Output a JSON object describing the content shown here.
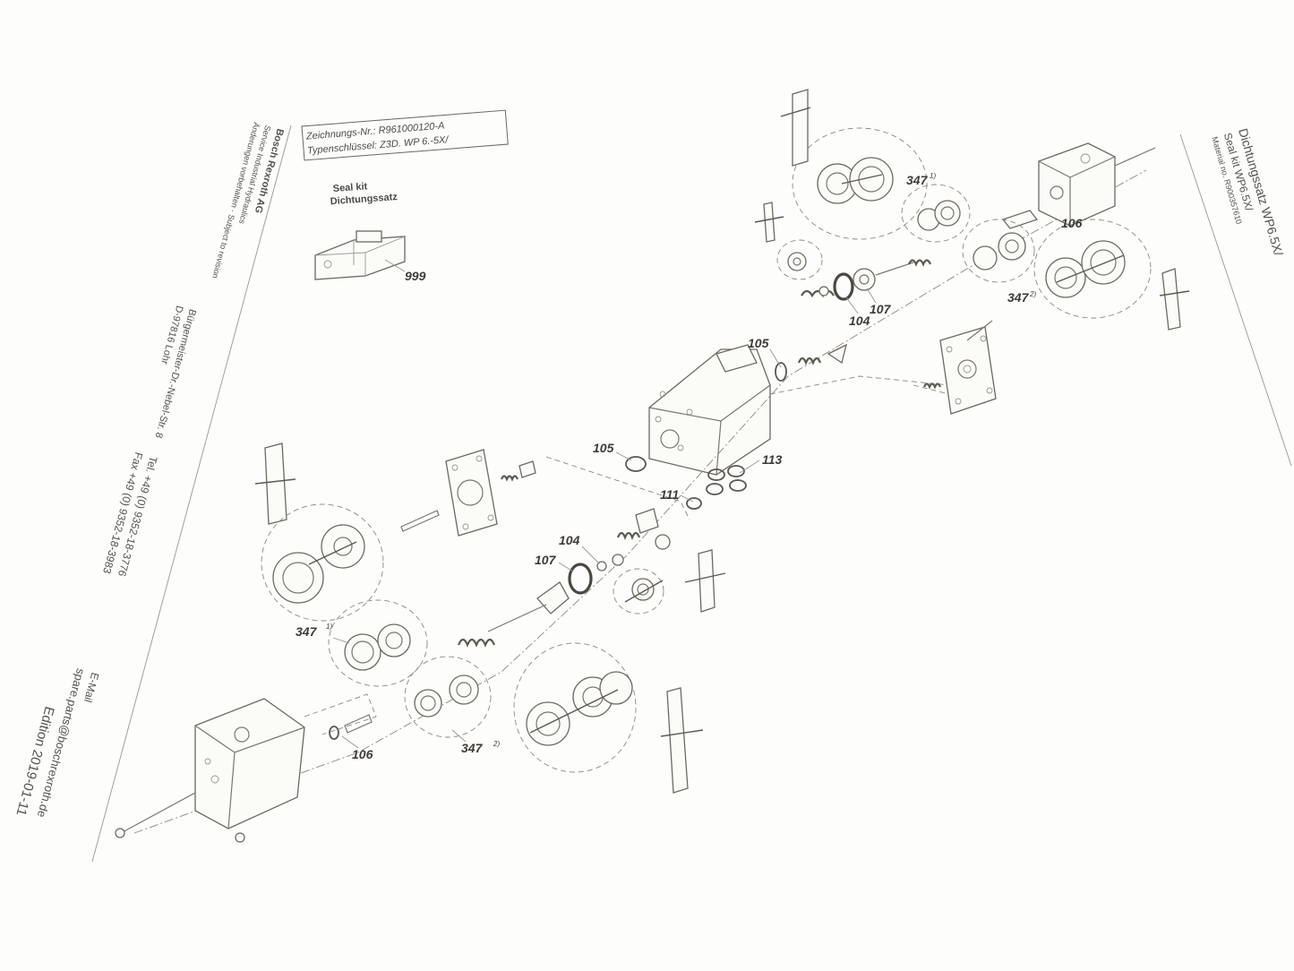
{
  "drawing_box": {
    "drawing_no": "Zeichnungs-Nr.: R961000120-A",
    "type_key": "Typenschlüssel: Z3D. WP 6.-5X/"
  },
  "seal_kit_label": {
    "en": "Seal kit",
    "de": "Dichtungssatz"
  },
  "company": {
    "name": "Bosch Rexroth AG",
    "division": "Service Industrial Hydraulics",
    "revision_note": "Änderungen vorbehalten · Subject to revision",
    "street": "Bürgermeister-Dr.-Nebel-Str. 8",
    "city": "D-97816 Lohr",
    "tel": "Tel. +49 (0) 9352-18-3776",
    "fax": "Fax +49 (0) 9352-18-3983",
    "email_label": "E-Mail",
    "email": "spare.parts@boschrexroth.de",
    "edition": "Edition 2019-01-11"
  },
  "title_block": {
    "title": "Dichtungssatz WP6.5X/",
    "subtitle": "Seal kit WP6.5X/",
    "material_no": "Material no. R900357610"
  },
  "callouts": {
    "c999": "999",
    "c105a": "105",
    "c105b": "105",
    "c113": "113",
    "c111": "111",
    "c104a": "104",
    "c107a": "107",
    "c104b": "104",
    "c107b": "107",
    "c347a": "347",
    "c347b": "347",
    "c347c": "347",
    "c347d": "347",
    "c106a": "106",
    "c106b": "106",
    "sup1": "1)",
    "sup2": "2)"
  }
}
